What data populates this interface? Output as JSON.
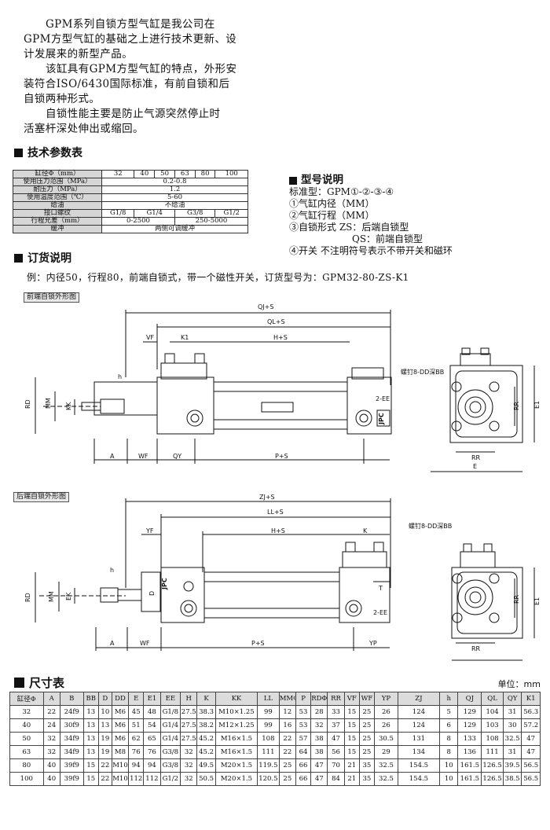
{
  "intro": {
    "lines": [
      "GPM系列自锁方型气缸是我公司在",
      "GPM方型气缸的基础之上进行技术更新、设",
      "计发展来的新型产品。",
      "该缸具有GPM方型气缸的特点，外形安",
      "装符合ISO/6430国际标准，有前自锁和后",
      "自锁两种形式。",
      "自锁性能主要是防止气源突然停止时",
      "活塞杆深处伸出或缩回。"
    ]
  },
  "tech_section": {
    "title": "技术参数表",
    "bore_label": "缸径Φ（mm）",
    "bores": [
      "32",
      "40",
      "50",
      "63",
      "80",
      "100"
    ],
    "rows": [
      {
        "label": "使用压力范围（MPa）",
        "value": "0.2-0.8"
      },
      {
        "label": "耐压力（MPa）",
        "value": "1.2"
      },
      {
        "label": "使用温度范围（℃）",
        "value": "5-60"
      },
      {
        "label": "给油",
        "value": "不给油"
      }
    ],
    "port": {
      "label": "接口螺纹",
      "values": [
        "G1/8",
        "G1/4",
        "G3/8",
        "G1/2"
      ]
    },
    "stroke": {
      "label": "行程允差（mm）",
      "values": [
        "0-2500",
        "250-5000"
      ]
    },
    "cushion": {
      "label": "缓冲",
      "value": "两侧可调缓冲"
    }
  },
  "model_section": {
    "title": "型号说明",
    "standard": "标准型：GPM①-②-③-④",
    "items": [
      "①气缸内径（MM）",
      "②气缸行程（MM）",
      "③自锁形式 ZS：后端自锁型",
      "QS：前端自锁型",
      "④开关  不注明符号表示不带开关和磁环"
    ]
  },
  "order_section": {
    "title": "订货说明",
    "example": "例：内径50，行程80，前端自锁式，带一个磁性开关，订货型号为：GPM32-80-ZS-K1"
  },
  "drawing_front": {
    "caption": "前端自锁外形图",
    "labels": {
      "qj": "QJ+S",
      "ql": "QL+S",
      "vf": "VF",
      "k1": "K1",
      "hs": "H+S",
      "h": "h",
      "rd": "RD",
      "mm": "MM",
      "kk": "KK",
      "ee": "2-EE",
      "a": "A",
      "wf": "WF",
      "qy": "QY",
      "ps": "P+S",
      "screw": "螺钉8-DD深BB",
      "rr": "RR",
      "e1": "E1",
      "e": "E",
      "logo": "JPC"
    }
  },
  "drawing_rear": {
    "caption": "后端自锁外形图",
    "labels": {
      "zj": "ZJ+S",
      "ll": "LL+S",
      "yf": "YF",
      "hs": "H+S",
      "k": "K",
      "h": "h",
      "t": "T",
      "rd": "RD",
      "mm": "MM",
      "ek": "EK",
      "d": "D",
      "ee": "2-EE",
      "a": "A",
      "wf": "WF",
      "ps": "P+S",
      "yp": "YP",
      "screw": "螺钉8-DD深BB",
      "rr": "RR",
      "e1": "E1",
      "logo": "JPC"
    }
  },
  "dims_section": {
    "title": "尺寸表",
    "unit": "单位：mm",
    "headers": [
      "缸径Φ",
      "A",
      "B",
      "BB",
      "D",
      "DD",
      "E",
      "E1",
      "EE",
      "H",
      "K",
      "KK",
      "LL",
      "MMΦ",
      "P",
      "RDΦ",
      "RR",
      "VF",
      "WF",
      "YP",
      "ZJ",
      "h",
      "QJ",
      "QL",
      "QY",
      "K1"
    ],
    "rows": [
      [
        "32",
        "22",
        "24f9",
        "13",
        "10",
        "M6",
        "45",
        "48",
        "G1/8",
        "27.5",
        "38.3",
        "M10×1.25",
        "99",
        "12",
        "53",
        "28",
        "33",
        "15",
        "25",
        "26",
        "124",
        "5",
        "129",
        "104",
        "31",
        "56.3"
      ],
      [
        "40",
        "24",
        "30f9",
        "13",
        "13",
        "M6",
        "51",
        "54",
        "G1/4",
        "27.5",
        "38.2",
        "M12×1.25",
        "99",
        "16",
        "53",
        "32",
        "37",
        "15",
        "25",
        "26",
        "124",
        "6",
        "129",
        "103",
        "30",
        "57.2"
      ],
      [
        "50",
        "32",
        "34f9",
        "13",
        "19",
        "M6",
        "62",
        "65",
        "G1/4",
        "27.5",
        "45.2",
        "M16×1.5",
        "108",
        "22",
        "57",
        "38",
        "47",
        "15",
        "25",
        "30.5",
        "131",
        "8",
        "133",
        "108",
        "32.5",
        "47"
      ],
      [
        "63",
        "32",
        "34f9",
        "13",
        "19",
        "M8",
        "76",
        "76",
        "G3/8",
        "32",
        "45.2",
        "M16×1.5",
        "111",
        "22",
        "64",
        "38",
        "56",
        "15",
        "25",
        "29",
        "134",
        "8",
        "136",
        "111",
        "31",
        "47"
      ],
      [
        "80",
        "40",
        "39f9",
        "15",
        "22",
        "M10",
        "94",
        "94",
        "G3/8",
        "32",
        "49.5",
        "M20×1.5",
        "119.5",
        "25",
        "66",
        "47",
        "70",
        "21",
        "35",
        "32.5",
        "154.5",
        "10",
        "161.5",
        "126.5",
        "39.5",
        "56.5"
      ],
      [
        "100",
        "40",
        "39f9",
        "15",
        "22",
        "M10",
        "112",
        "112",
        "G1/2",
        "32",
        "50.5",
        "M20×1.5",
        "120.5",
        "25",
        "66",
        "47",
        "84",
        "21",
        "35",
        "32.5",
        "154.5",
        "10",
        "161.5",
        "126.5",
        "38.5",
        "56.5"
      ]
    ]
  }
}
